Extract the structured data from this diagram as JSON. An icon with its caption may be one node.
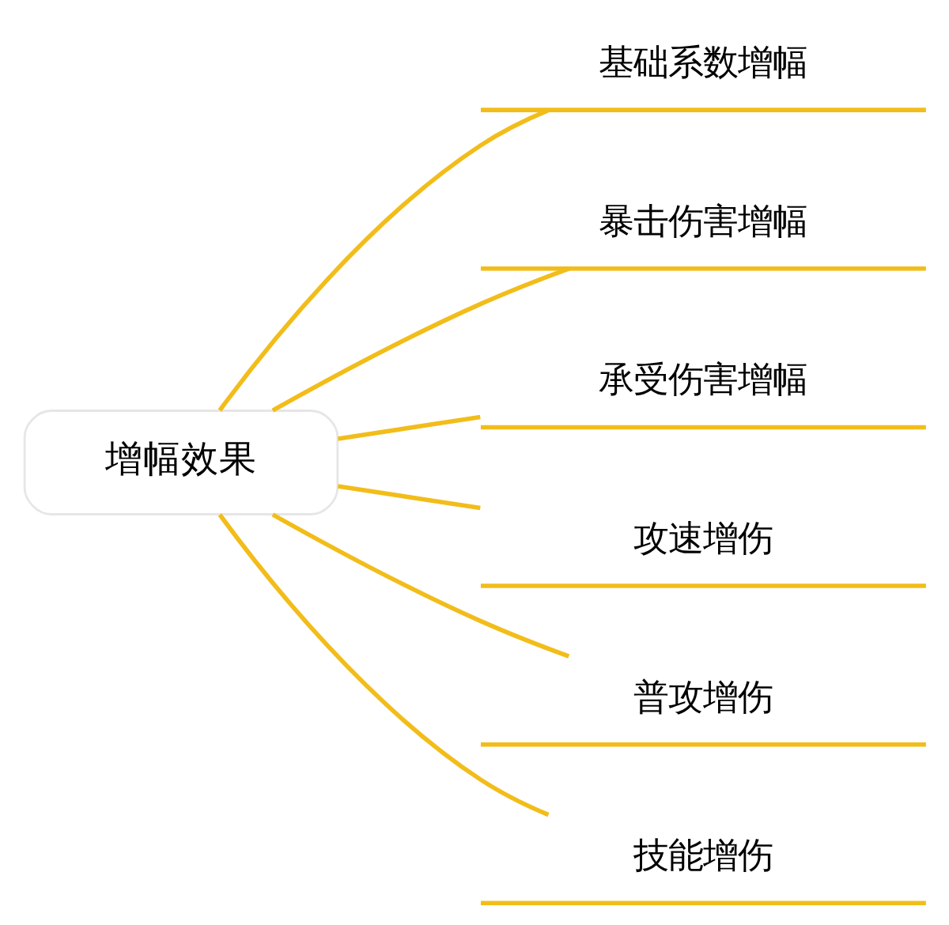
{
  "diagram": {
    "nodes": [
      {
        "text": [
          "增幅效果"
        ]
      },
      {
        "text": [
          "基础系数增幅"
        ]
      },
      {
        "text": [
          "暴击伤害增幅"
        ]
      },
      {
        "text": [
          "承受伤害增幅"
        ]
      },
      {
        "text": [
          "攻速增伤"
        ]
      },
      {
        "text": [
          "普攻增伤"
        ]
      },
      {
        "text": [
          "技能增伤"
        ]
      }
    ],
    "edges": [
      {
        "from": 0,
        "to": 1,
        "arrow": "none"
      },
      {
        "from": 0,
        "to": 2,
        "arrow": "none"
      },
      {
        "from": 0,
        "to": 3,
        "arrow": "none"
      },
      {
        "from": 0,
        "to": 4,
        "arrow": "none"
      },
      {
        "from": 0,
        "to": 5,
        "arrow": "none"
      },
      {
        "from": 0,
        "to": 6,
        "arrow": "none"
      }
    ]
  }
}
